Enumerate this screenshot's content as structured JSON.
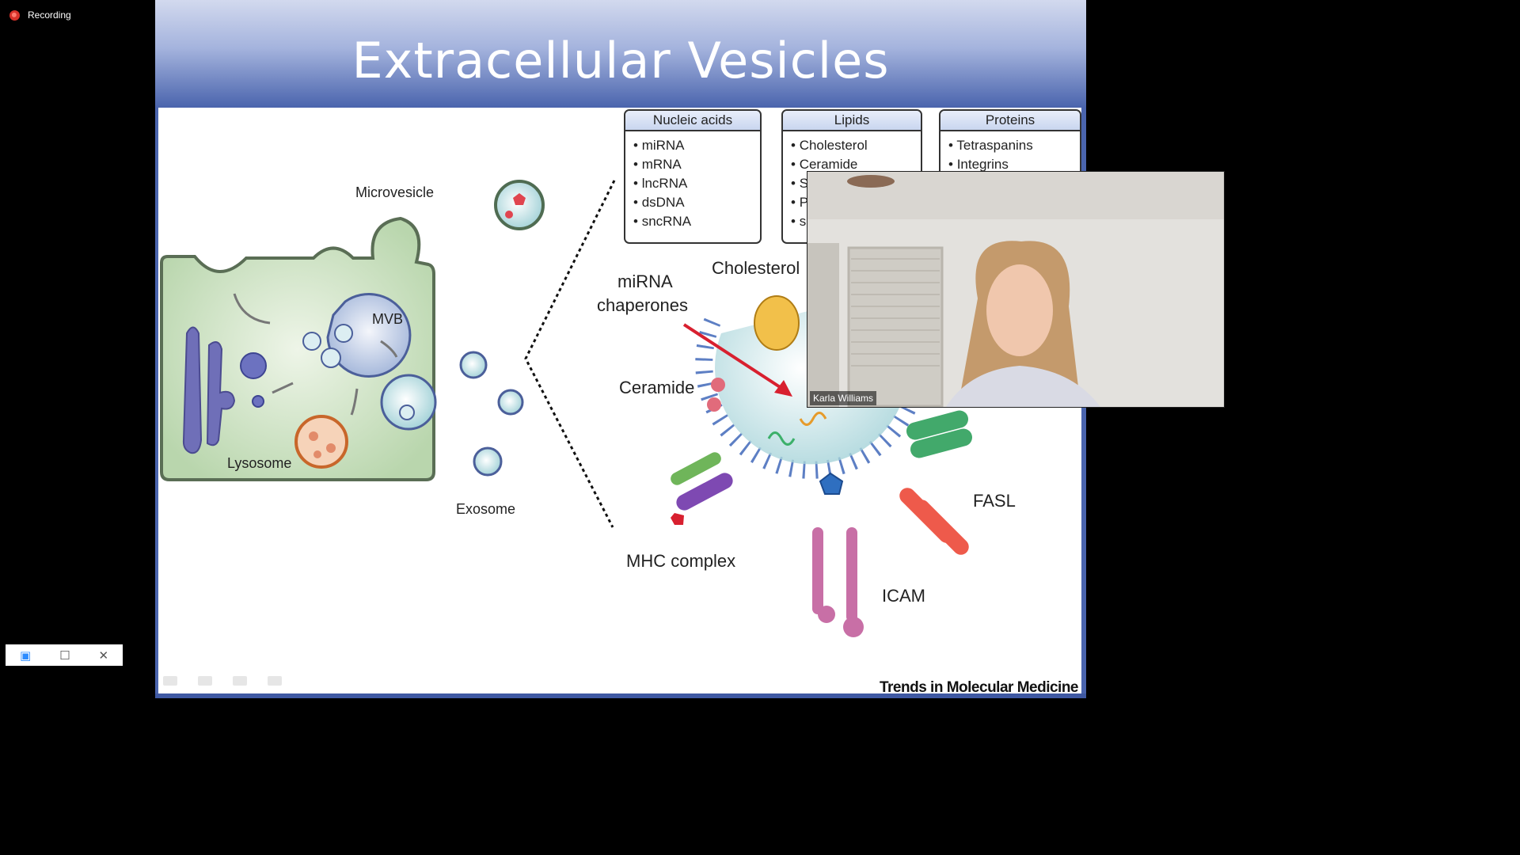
{
  "recording": {
    "label": "Recording"
  },
  "slide": {
    "title": "Extracellular Vesicles",
    "credit": "Trends in Molecular Medicine",
    "boxes": [
      {
        "title": "Nucleic acids",
        "items": [
          "miRNA",
          "mRNA",
          "lncRNA",
          "dsDNA",
          "sncRNA"
        ]
      },
      {
        "title": "Lipids",
        "items": [
          "Cholesterol",
          "Ceramide",
          "S",
          "P",
          "se"
        ]
      },
      {
        "title": "Proteins",
        "items": [
          "Tetraspanins",
          "Integrins"
        ]
      }
    ],
    "labels": {
      "microvesicle": "Microvesicle",
      "mvb": "MVB",
      "lysosome": "Lysosome",
      "exosome": "Exosome",
      "cholesterol": "Cholesterol",
      "mirna_chaperones_1": "miRNA",
      "mirna_chaperones_2": "chaperones",
      "ceramide": "Ceramide",
      "fasl": "FASL",
      "mhc_complex": "MHC complex",
      "icam": "ICAM"
    }
  },
  "video": {
    "participant_name": "Karla Williams"
  },
  "colors": {
    "header": "#4a64ad",
    "cell_fill": "#cfe3c6",
    "vesicle_fill": "#bfe3e8",
    "lipid": "#5d7fc4"
  }
}
